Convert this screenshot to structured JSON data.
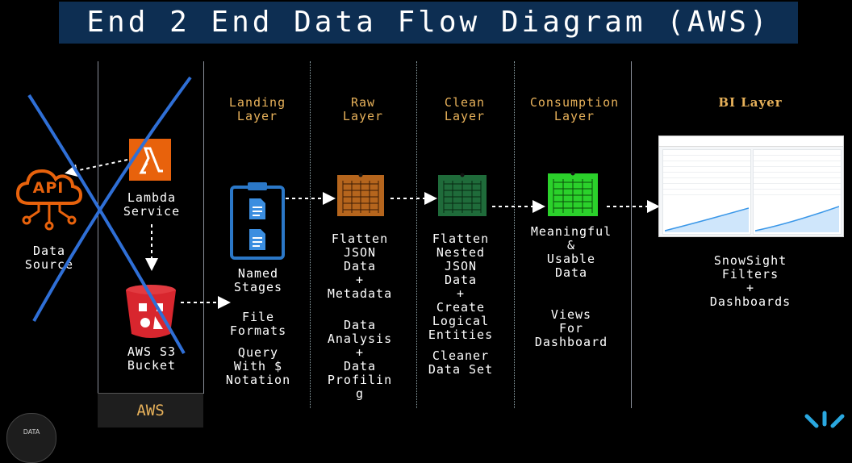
{
  "title": "End 2 End Data Flow Diagram (AWS)",
  "source": {
    "api_label": "API",
    "data_source_label": "Data\nSource",
    "lambda_label": "Lambda\nService",
    "s3_label": "AWS S3\nBucket",
    "aws_box_label": "AWS"
  },
  "landing": {
    "heading": "Landing\nLayer",
    "stage_label": "Named\nStages",
    "formats_label": "File\nFormats",
    "query_label": "Query\nWith $\nNotation"
  },
  "raw": {
    "heading": "Raw\nLayer",
    "desc": "Flatten\nJSON\nData\n+\nMetadata",
    "desc2": "Data\nAnalysis\n+\nData\nProfilin\ng"
  },
  "clean": {
    "heading": "Clean\nLayer",
    "desc": "Flatten\nNested\nJSON\nData\n+\nCreate\nLogical\nEntities",
    "desc2": "Cleaner\nData Set"
  },
  "consumption": {
    "heading": "Consumption\nLayer",
    "desc": "Meaningful\n&\nUsable\nData",
    "desc2": "Views\nFor\nDashboard"
  },
  "bi": {
    "heading": "BI Layer",
    "desc": "SnowSight\nFilters\n+\nDashboards"
  },
  "footer": {
    "logo_text": "DATA"
  },
  "colors": {
    "title_bg": "#0d2e52",
    "heading_gold": "#e7b15a",
    "raw_table": "#b5651d",
    "clean_table": "#1f6b3a",
    "consumption_table": "#2bd12b",
    "aws_orange": "#e8620c",
    "s3_red": "#d8262e",
    "cross_blue": "#2f6fd6",
    "clipboard_blue": "#2b78c8"
  },
  "icons": [
    "api-cloud-icon",
    "lambda-icon",
    "s3-bucket-icon",
    "clipboard-icon",
    "table-icon",
    "dashboard-screenshot",
    "snowflake-logo-icon"
  ]
}
